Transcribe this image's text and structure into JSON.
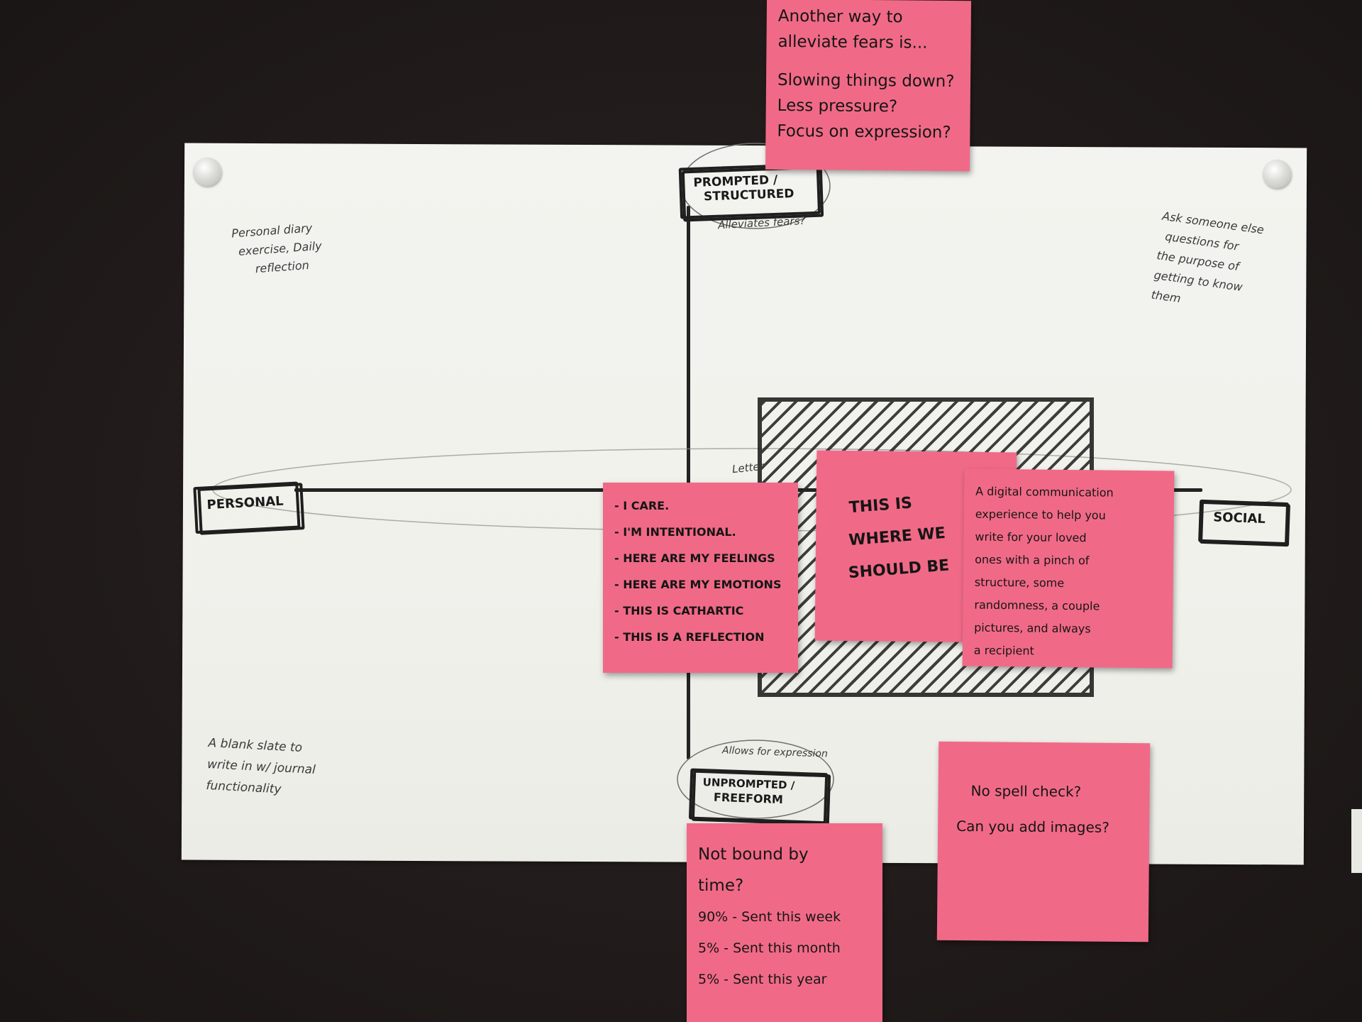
{
  "axes": {
    "top": {
      "line1": "Prompted /",
      "line2": "Structured",
      "note": "Alleviates fears?"
    },
    "bottom": {
      "line1": "Unprompted /",
      "line2": "Freeform",
      "note": "Allows for expression"
    },
    "left": {
      "label": "Personal"
    },
    "right": {
      "label": "Social"
    }
  },
  "quadrant_notes": {
    "top_left": [
      "Personal diary",
      "exercise, Daily",
      "reflection"
    ],
    "top_right": [
      "Ask someone else",
      "questions for",
      "the purpose of",
      "getting to know",
      "them"
    ],
    "bottom_left": [
      "A blank slate to",
      "write in w/ journal",
      "functionality"
    ]
  },
  "midline_note": "Letter",
  "stickies": {
    "top": {
      "lines": [
        "Another way to",
        "alleviate fears is...",
        "",
        "Slowing things down?",
        "Less pressure?",
        "Focus on expression?"
      ]
    },
    "center_left": {
      "lines": [
        "- I care.",
        "- I'm intentional.",
        "- Here are my feelings",
        "- Here are my emotions",
        "- This is cathartic",
        "- This is a reflection"
      ]
    },
    "center": {
      "lines": [
        "This is",
        "where we",
        "should be"
      ]
    },
    "center_right": {
      "lines": [
        "A digital communication",
        "experience to help you",
        "write for your loved",
        "ones with a pinch of",
        "structure, some",
        "randomness, a couple",
        "pictures, and always",
        "a recipient"
      ]
    },
    "bottom_center": {
      "lines": [
        "Not bound by",
        "time?",
        "90% - Sent this week",
        "5% - Sent this month",
        "5% - Sent this year"
      ]
    },
    "bottom_right": {
      "lines": [
        "No spell check?",
        "Can you add images?"
      ]
    }
  },
  "colors": {
    "sticky": "#f06a87",
    "paper": "#f2f2ee",
    "wall": "#231e1d",
    "ink": "#222222"
  }
}
